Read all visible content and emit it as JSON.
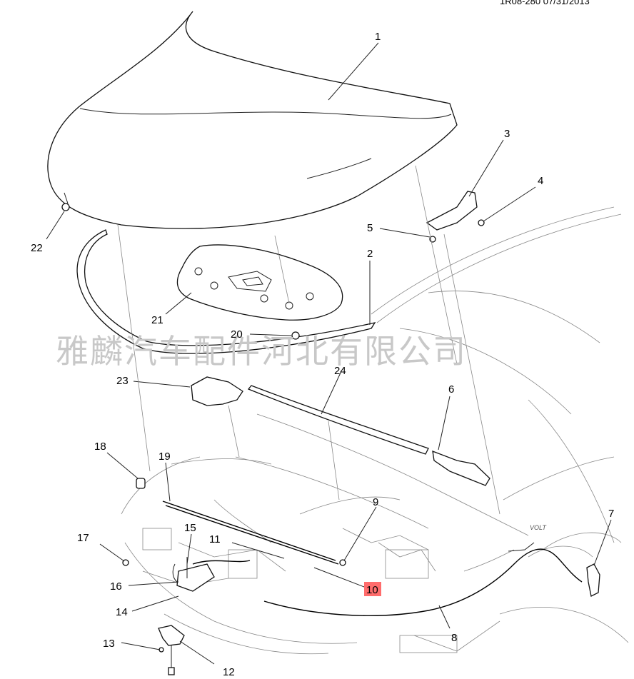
{
  "header": {
    "code": "1R08-280 07/31/2013"
  },
  "watermark": "雅麟汽车配件河北有限公司",
  "callouts": {
    "c1": "1",
    "c2": "2",
    "c3": "3",
    "c4": "4",
    "c5": "5",
    "c6": "6",
    "c7": "7",
    "c8": "8",
    "c9": "9",
    "c10": "10",
    "c11": "11",
    "c12": "12",
    "c13": "13",
    "c14": "14",
    "c15": "15",
    "c16": "16",
    "c17": "17",
    "c18": "18",
    "c19": "19",
    "c20": "20",
    "c21": "21",
    "c22": "22",
    "c23": "23",
    "c24": "24"
  },
  "body_text": "VOLT",
  "colors": {
    "highlight": "#ff3b3b",
    "line": "#000000",
    "watermark": "#c8c8c8"
  }
}
